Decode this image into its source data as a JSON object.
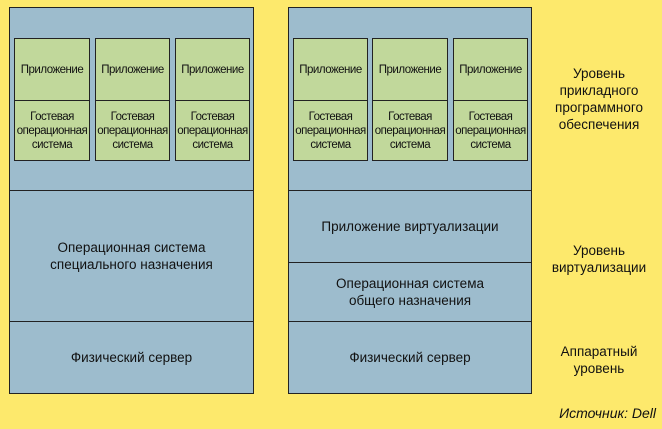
{
  "left_stack": {
    "vms": [
      {
        "app": "Приложение",
        "guest_os": "Гостевая\nоперационная\nсистема"
      },
      {
        "app": "Приложение",
        "guest_os": "Гостевая\nоперационная\nсистема"
      },
      {
        "app": "Приложение",
        "guest_os": "Гостевая\nоперационная\nсистема"
      }
    ],
    "os": "Операционная система\nспециального назначения",
    "hardware": "Физический сервер"
  },
  "right_stack": {
    "vms": [
      {
        "app": "Приложение",
        "guest_os": "Гостевая\nоперационная\nсистема"
      },
      {
        "app": "Приложение",
        "guest_os": "Гостевая\nоперационная\nсистема"
      },
      {
        "app": "Приложение",
        "guest_os": "Гостевая\nоперационная\nсистема"
      }
    ],
    "virt_app": "Приложение виртуализации",
    "os": "Операционная система\nобщего назначения",
    "hardware": "Физический сервер"
  },
  "levels": {
    "application": "Уровень\nприкладного\nпрограммного\nобеспечения",
    "virtualization": "Уровень\nвиртуализации",
    "hardware": "Аппаратный\nуровень"
  },
  "source": "Источник: Dell",
  "colors": {
    "background": "#fde96c",
    "layer": "#9dbccd",
    "vm": "#c1d89b"
  }
}
